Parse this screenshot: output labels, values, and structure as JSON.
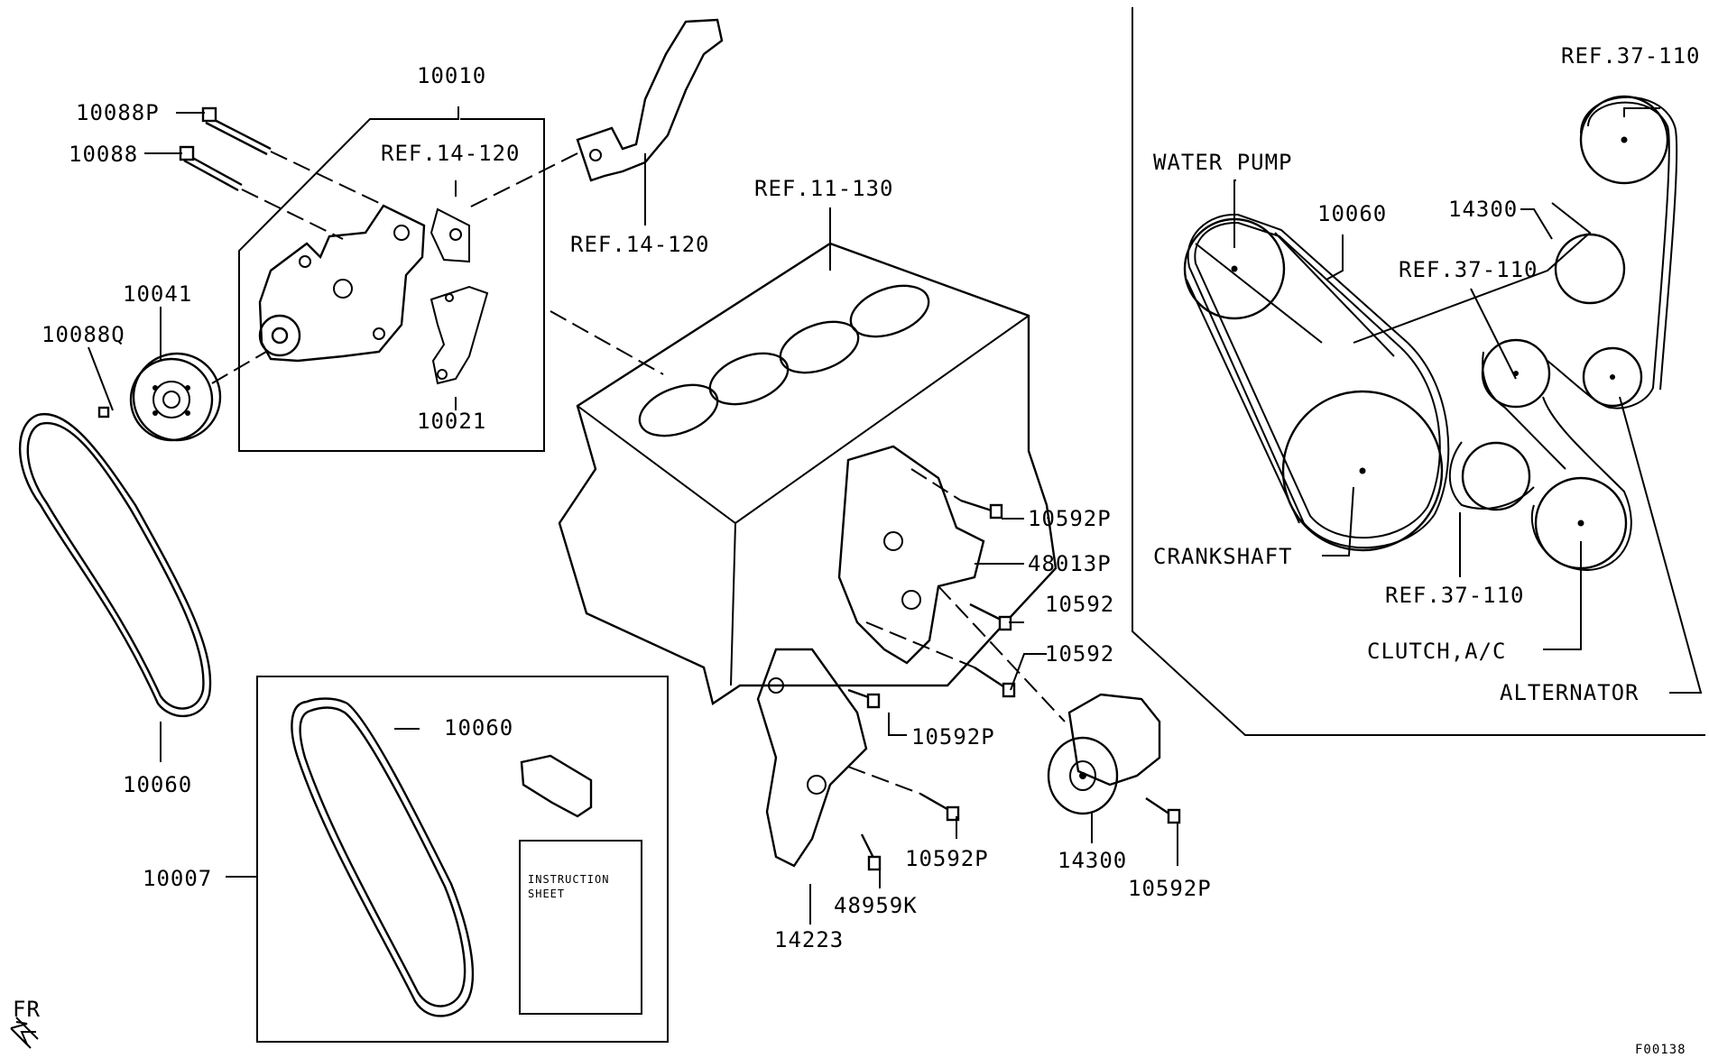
{
  "diagram_id": "F00138",
  "orientation_label": "FR",
  "labels": {
    "p10010": "10010",
    "p10088P": "10088P",
    "p10088": "10088",
    "ref14_120_a": "REF.14-120",
    "ref14_120_b": "REF.14-120",
    "ref11_130": "REF.11-130",
    "p10041": "10041",
    "p10088Q": "10088Q",
    "p10021": "10021",
    "p10060_left": "10060",
    "p10007": "10007",
    "p10060_kit": "10060",
    "instruction_sheet_line1": "INSTRUCTION",
    "instruction_sheet_line2": "SHEET",
    "p10592P_a": "10592P",
    "p48013P": "48013P",
    "p10592_a": "10592",
    "p10592_b": "10592",
    "p10592P_b": "10592P",
    "p10592P_c": "10592P",
    "p48959K": "48959K",
    "p14223": "14223",
    "p14300_main": "14300",
    "p10592P_d": "10592P"
  },
  "belt_routing": {
    "ref37_110_top": "REF.37-110",
    "water_pump": "WATER  PUMP",
    "p10060": "10060",
    "p14300": "14300",
    "ref37_110_mid": "REF.37-110",
    "crankshaft": "CRANKSHAFT",
    "ref37_110_low": "REF.37-110",
    "clutch_ac": "CLUTCH,A/C",
    "alternator": "ALTERNATOR"
  }
}
